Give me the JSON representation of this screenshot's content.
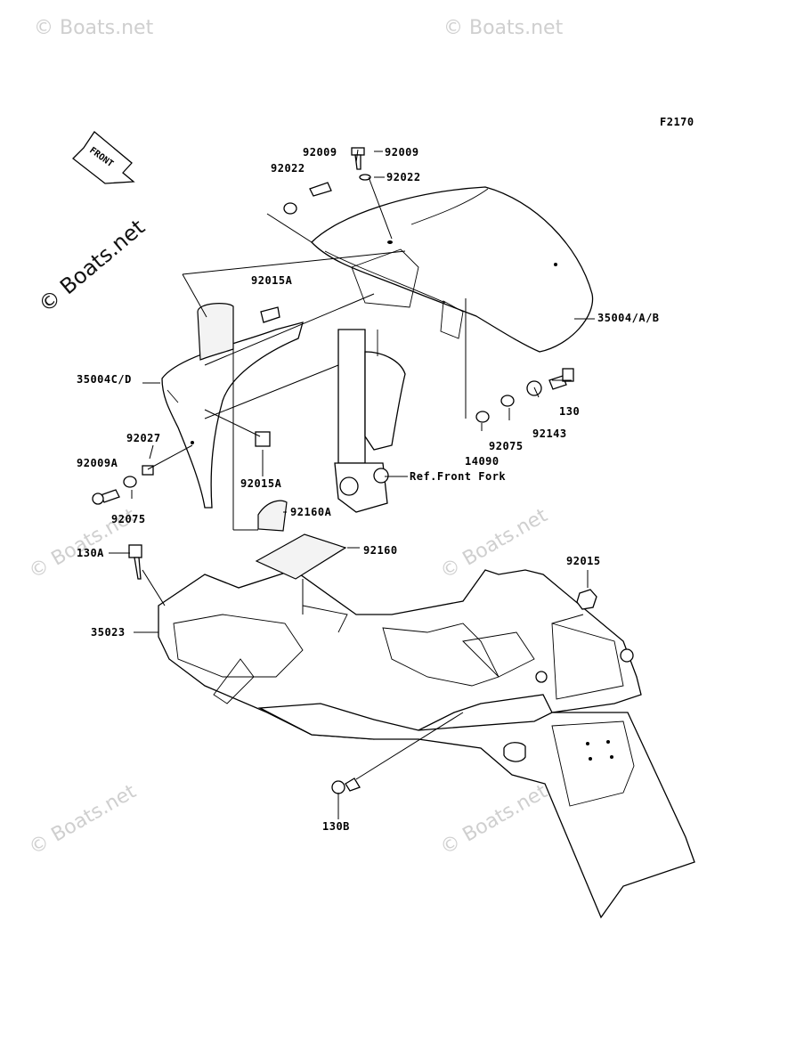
{
  "figure_code": "F2170",
  "direction_arrow": {
    "label": "FRONT",
    "icon": "front-arrow-icon"
  },
  "watermarks": {
    "main": "© Boats.net",
    "faint": "© Boats.net"
  },
  "callouts": [
    "92009",
    "92009",
    "92022",
    "92022",
    "92015A",
    "35004/A/B",
    "35004C/D",
    "130",
    "92143",
    "92075",
    "14090",
    "92027",
    "92009A",
    "92075",
    "92015A",
    "Ref.Front Fork",
    "92160A",
    "130A",
    "92160",
    "92015",
    "35023",
    "130B"
  ]
}
